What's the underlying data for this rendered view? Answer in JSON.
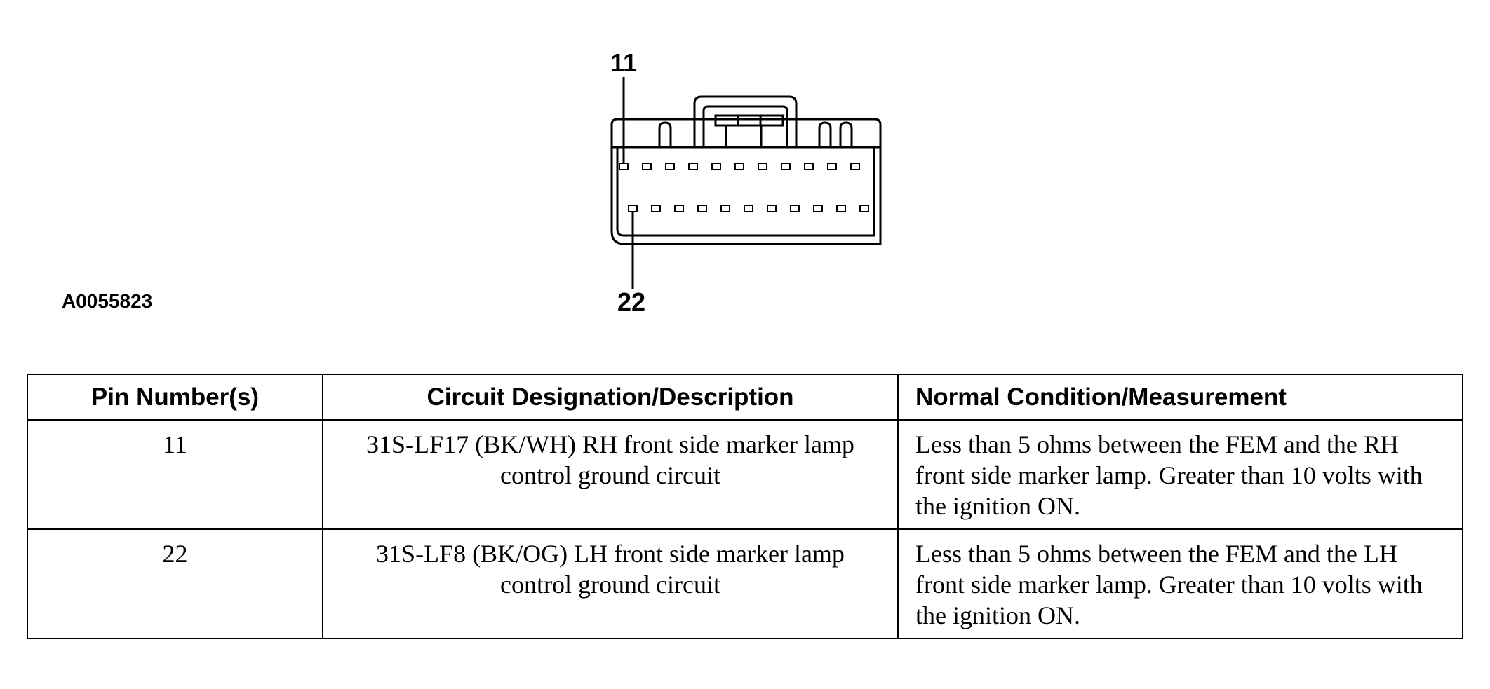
{
  "figure": {
    "pin_top_label": "11",
    "pin_bottom_label": "22",
    "figure_id": "A0055823"
  },
  "table": {
    "headers": {
      "pin": "Pin Number(s)",
      "circuit": "Circuit Designation/Description",
      "condition": "Normal Condition/Measurement"
    },
    "rows": [
      {
        "pin": "11",
        "circuit": "31S-LF17 (BK/WH) RH front side marker lamp control ground circuit",
        "condition": "Less than 5 ohms between the FEM and the RH front side marker lamp. Greater than 10 volts with the ignition ON."
      },
      {
        "pin": "22",
        "circuit": "31S-LF8 (BK/OG) LH front side marker lamp control ground circuit",
        "condition": "Less than 5 ohms between the FEM and the LH front side marker lamp. Greater than 10 volts with the ignition ON."
      }
    ]
  }
}
